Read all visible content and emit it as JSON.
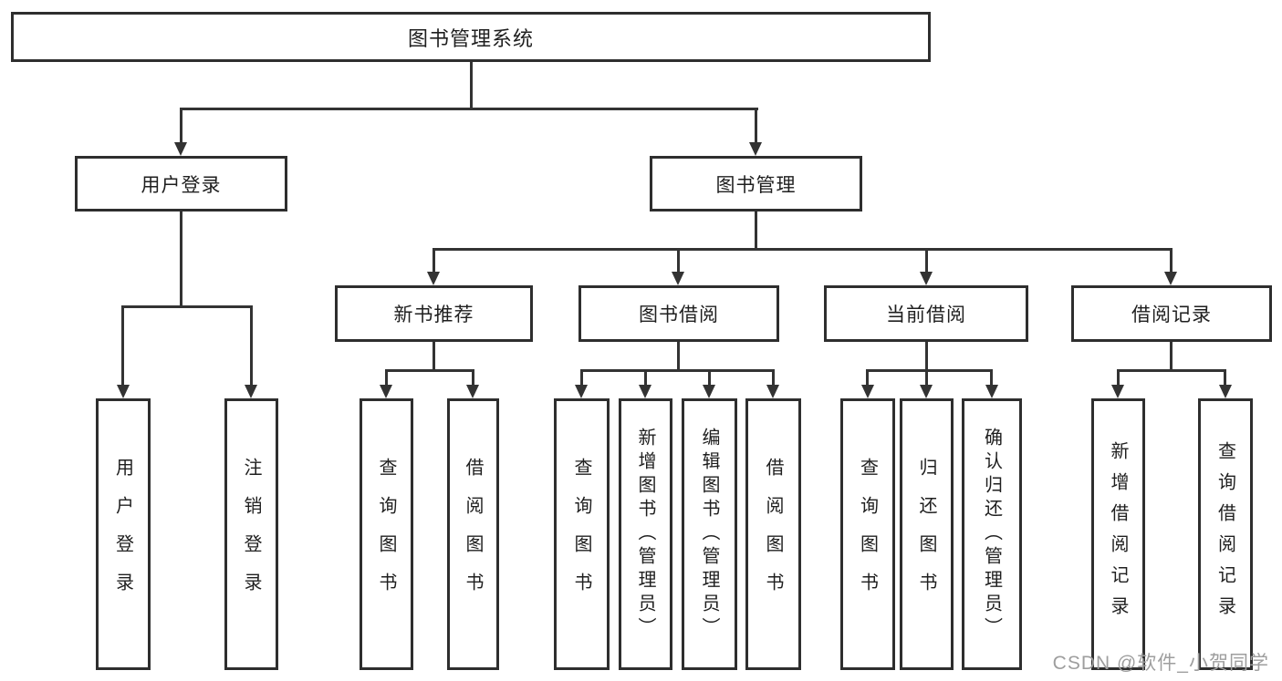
{
  "diagram": {
    "root": {
      "label": "图书管理系统"
    },
    "level2": [
      {
        "id": "user-login",
        "label": "用户登录"
      },
      {
        "id": "book-management",
        "label": "图书管理"
      }
    ],
    "level3": [
      {
        "id": "new-book-recommendation",
        "label": "新书推荐",
        "parent": "图书管理"
      },
      {
        "id": "book-borrowing",
        "label": "图书借阅",
        "parent": "图书管理"
      },
      {
        "id": "current-borrowing",
        "label": "当前借阅",
        "parent": "图书管理"
      },
      {
        "id": "borrowing-records",
        "label": "借阅记录",
        "parent": "图书管理"
      }
    ],
    "leaves": [
      {
        "id": "user-login-leaf",
        "label": "用户登录",
        "parent": "用户登录"
      },
      {
        "id": "logout",
        "label": "注销登录",
        "parent": "用户登录"
      },
      {
        "id": "query-books-recommend",
        "label": "查询图书",
        "parent": "新书推荐"
      },
      {
        "id": "borrow-books-recommend",
        "label": "借阅图书",
        "parent": "新书推荐"
      },
      {
        "id": "query-books-borrow",
        "label": "查询图书",
        "parent": "图书借阅"
      },
      {
        "id": "add-books-admin",
        "label": "新增图书（管理员）",
        "parent": "图书借阅"
      },
      {
        "id": "edit-books-admin",
        "label": "编辑图书（管理员）",
        "parent": "图书借阅"
      },
      {
        "id": "borrow-books",
        "label": "借阅图书",
        "parent": "图书借阅"
      },
      {
        "id": "query-books-current",
        "label": "查询图书",
        "parent": "当前借阅"
      },
      {
        "id": "return-books",
        "label": "归还图书",
        "parent": "当前借阅"
      },
      {
        "id": "confirm-return-admin",
        "label": "确认归还（管理员）",
        "parent": "当前借阅"
      },
      {
        "id": "add-borrow-record",
        "label": "新增借阅记录",
        "parent": "借阅记录"
      },
      {
        "id": "query-borrow-record",
        "label": "查询借阅记录",
        "parent": "借阅记录"
      }
    ],
    "watermark": "CSDN @软件_小贺同学",
    "colors": {
      "line": "#333333",
      "border": "#2e2e2e",
      "text": "#1f1f1f",
      "background": "#ffffff",
      "watermark": "#9e9e9e"
    }
  }
}
